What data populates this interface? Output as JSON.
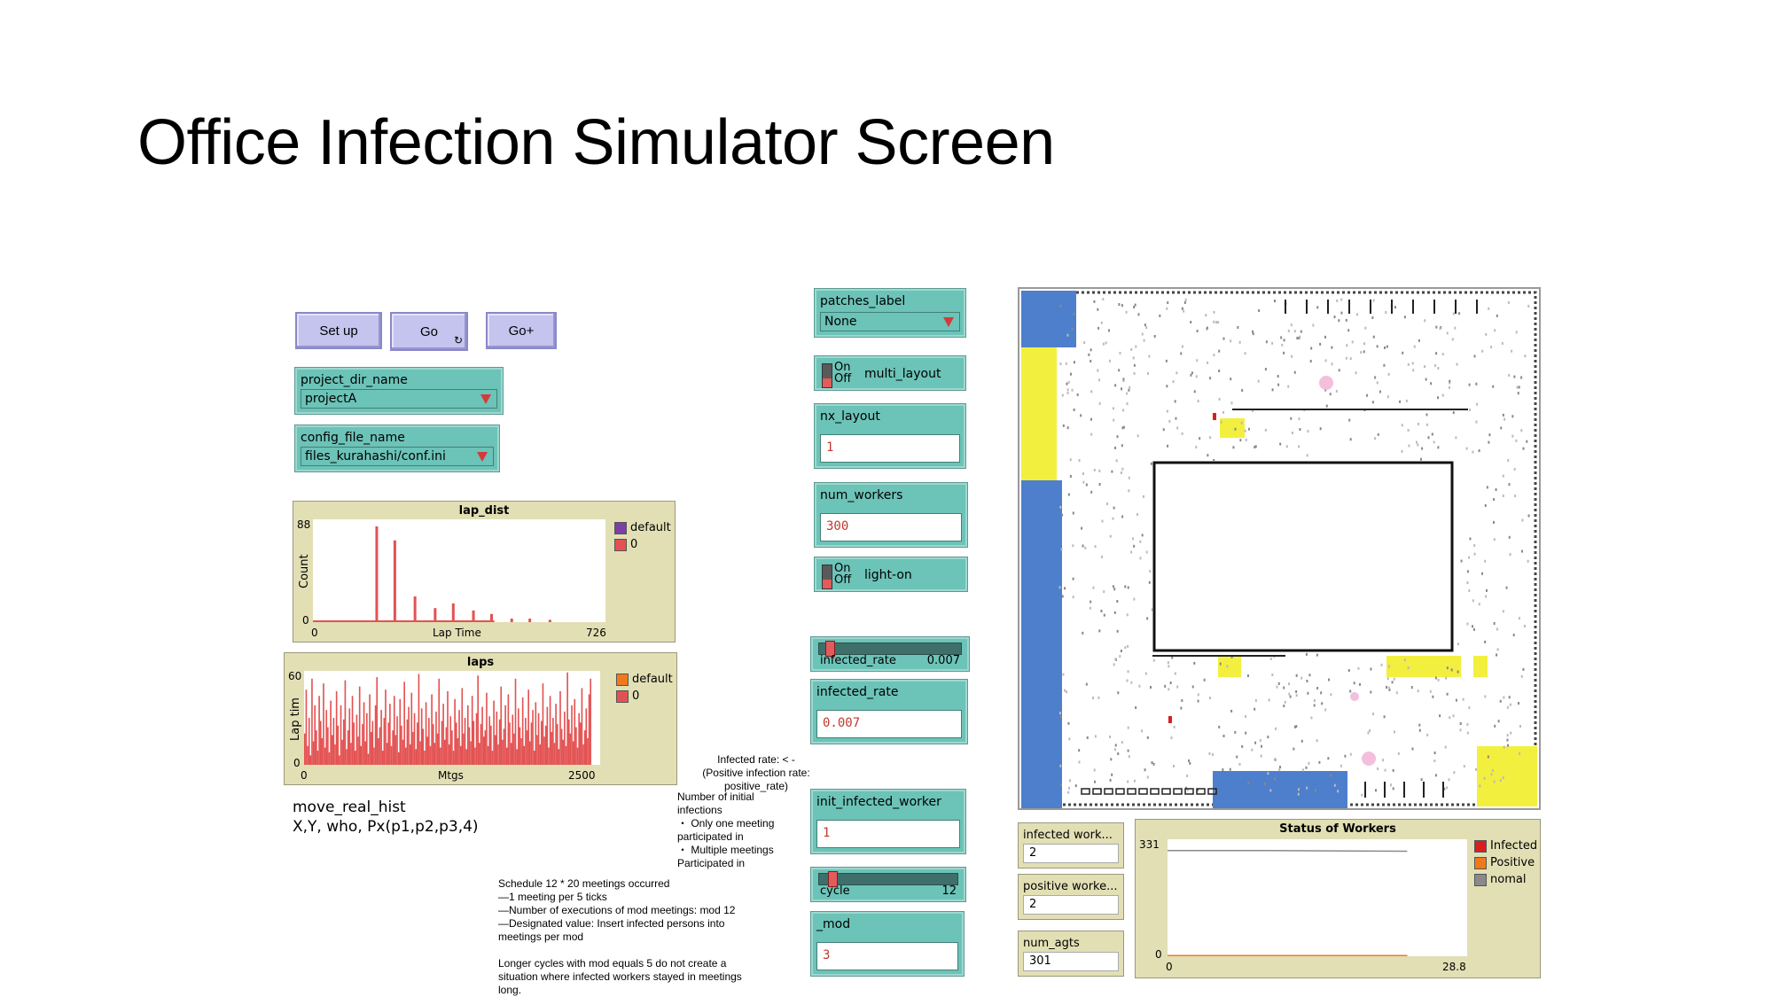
{
  "slide_title": "Office Infection Simulator Screen",
  "buttons": {
    "setup": "Set up",
    "go": "Go",
    "go_plus": "Go+"
  },
  "choosers": {
    "project_dir": {
      "label": "project_dir_name",
      "value": "projectA"
    },
    "config_file": {
      "label": "config_file_name",
      "value": "files_kurahashi/conf.ini"
    },
    "patches_label": {
      "label": "patches_label",
      "value": "None"
    }
  },
  "switches": {
    "multi_layout": {
      "on": "On",
      "off": "Off",
      "label": "multi_layout"
    },
    "light_on": {
      "on": "On",
      "off": "Off",
      "label": "light-on"
    }
  },
  "inputs": {
    "nx_layout": {
      "label": "nx_layout",
      "value": "1"
    },
    "num_workers": {
      "label": "num_workers",
      "value": "300"
    },
    "infected_rate": {
      "label": "infected_rate",
      "value": "0.007"
    },
    "init_infected_worker": {
      "label": "init_infected_worker",
      "value": "1"
    },
    "mod": {
      "label": "_mod",
      "value": "3"
    }
  },
  "sliders": {
    "infected_rate": {
      "label": "infected_rate",
      "value": "0.007",
      "fraction": 0.05
    },
    "cycle": {
      "label": "cycle",
      "value": "12",
      "fraction": 0.07
    }
  },
  "monitors": {
    "infected_workers": {
      "label": "infected work...",
      "value": "2"
    },
    "positive_workers": {
      "label": "positive worke...",
      "value": "2"
    },
    "num_agts": {
      "label": "num_agts",
      "value": "301"
    }
  },
  "annotations": {
    "move_hist_line1": "move_real_hist",
    "move_hist_line2": "X,Y, who, Px(p1,p2,p3,4)",
    "infected_note": "Infected rate: < -\n(Positive infection rate:\npositive_rate)",
    "initial_note": "Number of initial\ninfections\n・ Only one meeting\nparticipated in\n・ Multiple meetings\nParticipated in",
    "schedule_note": "Schedule 12 * 20 meetings occurred\n—1 meeting per 5 ticks\n—Number of executions of mod meetings: mod 12\n—Designated value: Insert infected persons into\nmeetings per mod\n\nLonger cycles with mod equals 5 do not create a\nsituation where infected workers stayed in meetings\nlong."
  },
  "colors": {
    "default_pen": "#7b3fa6",
    "zero_pen": "#e35252",
    "infected": "#d62020",
    "positive": "#f07a1a",
    "normal": "#8a8a8a",
    "world_blue": "#4d7fcc",
    "world_yellow": "#f3ef3e"
  },
  "chart_data": [
    {
      "type": "bar",
      "title": "lap_dist",
      "xlabel": "Lap Time",
      "ylabel": "Count",
      "xlim": [
        0,
        726
      ],
      "ylim": [
        0,
        88
      ],
      "x_ticks": [
        "0",
        "726"
      ],
      "y_ticks": [
        "88",
        "0"
      ],
      "legend": [
        "default",
        "0"
      ],
      "series": [
        {
          "name": "0",
          "x": [
            155,
            200,
            250,
            300,
            345,
            395,
            440,
            490,
            535,
            585
          ],
          "values": [
            82,
            70,
            22,
            12,
            16,
            10,
            7,
            3,
            3,
            2
          ]
        }
      ]
    },
    {
      "type": "bar",
      "title": "laps",
      "xlabel": "Mtgs",
      "ylabel": "Lap tim",
      "xlim": [
        0,
        2500
      ],
      "ylim": [
        0,
        60
      ],
      "x_ticks": [
        "0",
        "2500"
      ],
      "y_ticks": [
        "60",
        "0"
      ],
      "legend": [
        "default",
        "0"
      ],
      "series": [
        {
          "name": "0",
          "values": [
            20,
            48,
            12,
            30,
            6,
            55,
            15,
            38,
            22,
            9,
            44,
            28,
            17,
            52,
            11,
            35,
            24,
            8,
            41,
            19,
            30,
            13,
            47,
            25,
            6,
            38,
            16,
            29,
            54,
            10,
            22,
            36,
            14,
            44,
            27,
            9,
            32,
            18,
            50,
            12,
            26,
            40,
            15,
            33,
            7,
            45,
            21,
            28,
            11,
            38,
            56,
            17,
            24,
            35,
            9,
            30,
            48,
            14,
            27,
            39,
            12,
            22,
            44,
            19,
            31,
            8,
            42,
            25,
            16,
            53,
            11,
            29,
            37,
            13,
            46,
            21,
            33,
            10,
            27,
            58,
            15,
            36,
            23,
            9,
            40,
            18,
            30,
            12,
            45,
            26,
            14,
            34,
            20,
            55,
            11,
            28,
            39,
            16,
            24,
            47,
            13,
            31,
            22,
            9,
            42,
            27,
            17,
            35,
            12,
            49,
            20,
            30,
            10,
            38,
            24,
            15,
            44,
            28,
            11,
            33,
            57,
            14,
            26,
            37,
            18,
            22,
            46,
            12,
            31,
            25,
            9,
            41,
            19,
            34,
            13,
            29,
            50,
            16,
            23,
            38,
            11,
            45,
            27,
            14,
            32,
            20,
            55,
            10,
            36,
            24,
            17,
            43,
            12,
            30,
            22,
            48,
            15,
            27,
            35,
            9,
            40,
            19,
            33,
            13,
            28,
            52,
            18,
            25,
            37,
            11,
            44,
            21,
            30,
            14,
            39,
            26,
            10,
            47,
            23,
            16,
            34,
            12,
            59,
            29,
            20,
            38,
            15,
            42,
            24,
            11,
            33,
            27,
            49,
            13,
            22,
            36,
            17,
            45,
            55
          ]
        }
      ]
    },
    {
      "type": "line",
      "title": "Status of Workers",
      "xlim": [
        0,
        28.8
      ],
      "ylim": [
        0,
        331
      ],
      "x_ticks": [
        "0",
        "28.8"
      ],
      "y_ticks": [
        "331",
        "0"
      ],
      "series": [
        {
          "name": "Infected",
          "x": [
            0,
            28.8
          ],
          "values": [
            2,
            2
          ]
        },
        {
          "name": "Positive",
          "x": [
            0,
            28.8
          ],
          "values": [
            2,
            2
          ]
        },
        {
          "name": "nomal",
          "x": [
            0,
            12,
            28.8
          ],
          "values": [
            299,
            299,
            297
          ]
        }
      ]
    }
  ]
}
